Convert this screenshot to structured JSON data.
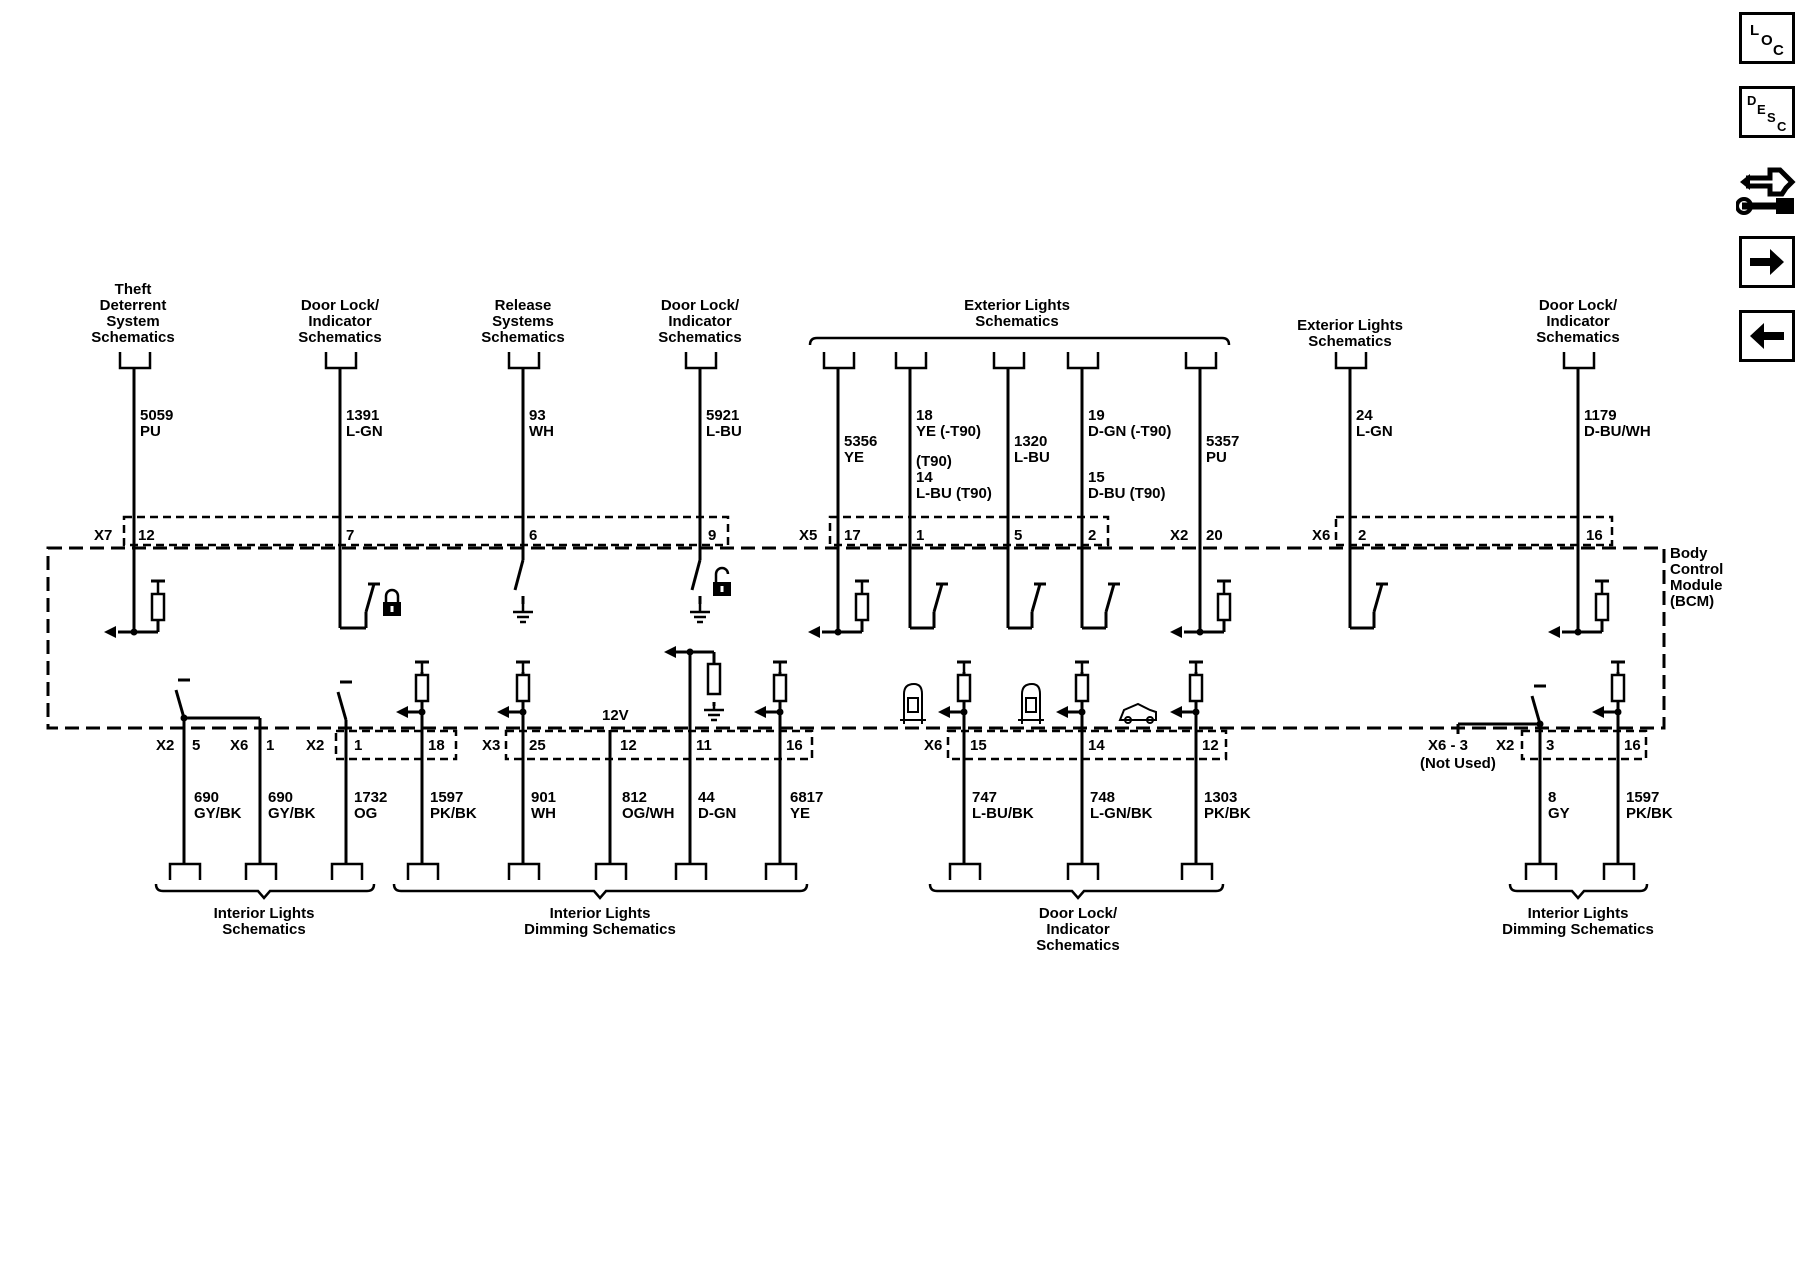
{
  "nav": {
    "loc": [
      "L",
      "O",
      "C"
    ],
    "desc": [
      "D",
      "E",
      "S",
      "C"
    ]
  },
  "module": {
    "label": [
      "Body",
      "Control",
      "Module",
      "(BCM)"
    ]
  },
  "top_refs": {
    "theft": [
      "Theft",
      "Deterrent",
      "System",
      "Schematics"
    ],
    "doorlock1": [
      "Door Lock/",
      "Indicator",
      "Schematics"
    ],
    "release": [
      "Release",
      "Systems",
      "Schematics"
    ],
    "doorlock2": [
      "Door Lock/",
      "Indicator",
      "Schematics"
    ],
    "exterior1": [
      "Exterior Lights",
      "Schematics"
    ],
    "exterior2": [
      "Exterior Lights",
      "Schematics"
    ],
    "doorlock3": [
      "Door Lock/",
      "Indicator",
      "Schematics"
    ]
  },
  "bottom_refs": {
    "interior": [
      "Interior Lights",
      "Schematics"
    ],
    "dimming1": [
      "Interior Lights",
      "Dimming Schematics"
    ],
    "doorlock": [
      "Door Lock/",
      "Indicator",
      "Schematics"
    ],
    "dimming2": [
      "Interior Lights",
      "Dimming Schematics"
    ]
  },
  "top_connectors": {
    "x7": "X7",
    "x5": "X5",
    "x2": "X2",
    "x6": "X6"
  },
  "top_wires": [
    {
      "circuit": "5059",
      "color": "PU",
      "pin": "12"
    },
    {
      "circuit": "1391",
      "color": "L-GN",
      "pin": "7"
    },
    {
      "circuit": "93",
      "color": "WH",
      "pin": "6"
    },
    {
      "circuit": "5921",
      "color": "L-BU",
      "pin": "9"
    },
    {
      "circuit": "5356",
      "color": "YE",
      "pin": "17"
    },
    {
      "line1": "18",
      "line2": "YE (-T90)",
      "line3": "(T90)",
      "line4": "14",
      "line5": "L-BU (T90)",
      "pin": "1"
    },
    {
      "circuit": "1320",
      "color": "L-BU",
      "pin": "5"
    },
    {
      "line1": "19",
      "line2": "D-GN (-T90)",
      "line3": "15",
      "line4": "D-BU (T90)",
      "pin": "2"
    },
    {
      "circuit": "5357",
      "color": "PU",
      "pin": "20"
    },
    {
      "circuit": "24",
      "color": "L-GN",
      "pin": "2"
    },
    {
      "circuit": "1179",
      "color": "D-BU/WH",
      "pin": "16"
    }
  ],
  "bottom_connectors": {
    "x2a": "X2",
    "x6a": "X6",
    "x2b": "X2",
    "x3": "X3",
    "x6b": "X6",
    "x6c": "X6 - 3",
    "x2c": "X2",
    "not_used": "(Not Used)",
    "v12": "12V"
  },
  "bottom_wires": [
    {
      "pin": "5",
      "circuit": "690",
      "color": "GY/BK"
    },
    {
      "pin": "1",
      "circuit": "690",
      "color": "GY/BK"
    },
    {
      "pin": "1",
      "circuit": "1732",
      "color": "OG"
    },
    {
      "pin": "18",
      "circuit": "1597",
      "color": "PK/BK"
    },
    {
      "pin": "25",
      "circuit": "901",
      "color": "WH"
    },
    {
      "pin": "12",
      "circuit": "812",
      "color": "OG/WH"
    },
    {
      "pin": "11",
      "circuit": "44",
      "color": "D-GN"
    },
    {
      "pin": "16",
      "circuit": "6817",
      "color": "YE"
    },
    {
      "pin": "15",
      "circuit": "747",
      "color": "L-BU/BK"
    },
    {
      "pin": "14",
      "circuit": "748",
      "color": "L-GN/BK"
    },
    {
      "pin": "12",
      "circuit": "1303",
      "color": "PK/BK"
    },
    {
      "pin": "3",
      "circuit": "8",
      "color": "GY"
    },
    {
      "pin": "16",
      "circuit": "1597",
      "color": "PK/BK"
    }
  ]
}
